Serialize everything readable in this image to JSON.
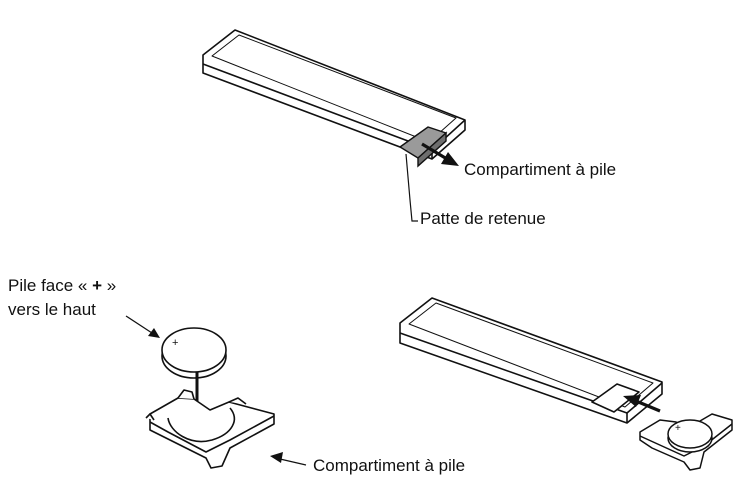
{
  "labels": {
    "top_compartment": "Compartiment à pile",
    "retaining_tab": "Patte de retenue",
    "battery_line1_prefix": "Pile face « ",
    "battery_plus": "+",
    "battery_line1_suffix": " »",
    "battery_line2": "vers le haut",
    "bottom_compartment": "Compartiment à pile",
    "battery_symbol": "+"
  },
  "colors": {
    "stroke": "#111111",
    "tab_fill": "#9a9a9a",
    "background": "#ffffff"
  }
}
